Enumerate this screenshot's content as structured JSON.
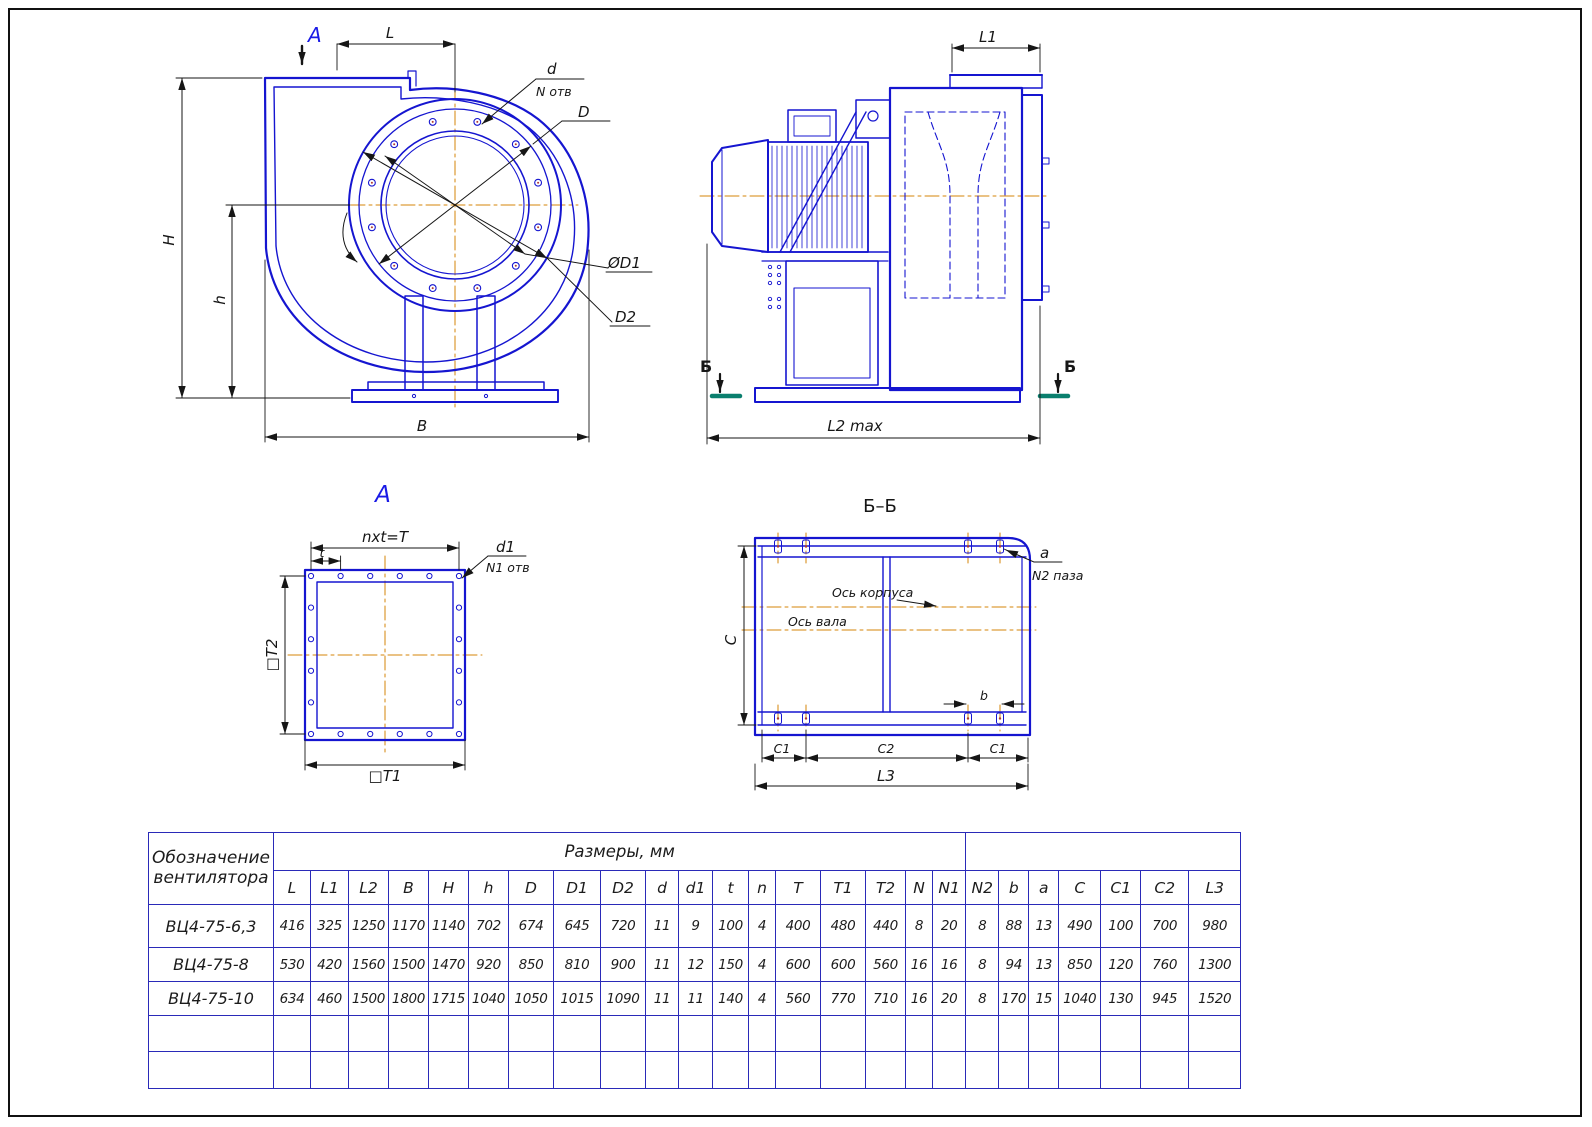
{
  "views": {
    "front": {
      "section_letter": "A",
      "dim_L": "L",
      "callout_d": "d",
      "callout_n_holes": "N отв",
      "dim_D": "D",
      "dim_D1": "ØD1",
      "dim_D2": "D2",
      "dim_H": "H",
      "dim_h": "h",
      "dim_B": "B"
    },
    "side": {
      "dim_L1": "L1",
      "section_left": "Б",
      "section_right": "Б",
      "dim_L2max": "L2 max"
    },
    "flange": {
      "title": "A",
      "dim_nxt": "nxt=T",
      "dim_t": "t",
      "callout_d1": "d1",
      "callout_n1": "N1 отв",
      "dim_T2": "□T2",
      "dim_T1": "□T1"
    },
    "section": {
      "title": "Б–Б",
      "callout_a": "a",
      "callout_n2": "N2 паза",
      "axis_housing": "Ось корпуса",
      "axis_shaft": "Ось вала",
      "dim_C": "C",
      "dim_b": "b",
      "dim_C1_left": "C1",
      "dim_C2": "C2",
      "dim_C1_right": "C1",
      "dim_L3": "L3"
    }
  },
  "table": {
    "designation_line1": "Обозначение",
    "designation_line2": "вентилятора",
    "sizes_header": "Размеры, мм",
    "columns": [
      "L",
      "L1",
      "L2",
      "B",
      "H",
      "h",
      "D",
      "D1",
      "D2",
      "d",
      "d1",
      "t",
      "n",
      "T",
      "T1",
      "T2",
      "N",
      "N1",
      "N2",
      "b",
      "a",
      "C",
      "C1",
      "C2",
      "L3"
    ],
    "rows": [
      {
        "name": "ВЦ4-75-6,3",
        "values": [
          "416",
          "325",
          "1250",
          "1170",
          "1140",
          "702",
          "674",
          "645",
          "720",
          "11",
          "9",
          "100",
          "4",
          "400",
          "480",
          "440",
          "8",
          "20",
          "8",
          "88",
          "13",
          "490",
          "100",
          "700",
          "980"
        ]
      },
      {
        "name": "ВЦ4-75-8",
        "values": [
          "530",
          "420",
          "1560",
          "1500",
          "1470",
          "920",
          "850",
          "810",
          "900",
          "11",
          "12",
          "150",
          "4",
          "600",
          "600",
          "560",
          "16",
          "16",
          "8",
          "94",
          "13",
          "850",
          "120",
          "760",
          "1300"
        ]
      },
      {
        "name": "ВЦ4-75-10",
        "values": [
          "634",
          "460",
          "1500",
          "1800",
          "1715",
          "1040",
          "1050",
          "1015",
          "1090",
          "11",
          "11",
          "140",
          "4",
          "560",
          "770",
          "710",
          "16",
          "20",
          "8",
          "170",
          "15",
          "1040",
          "130",
          "945",
          "1520"
        ]
      }
    ],
    "empty_rows": 2
  },
  "colors": {
    "line_blue": "#1515d0",
    "dim_black": "#161616",
    "centerline_orange": "#d4860a",
    "cut_teal": "#0a7f6e",
    "table_border_blue": "#2a2ab8"
  }
}
